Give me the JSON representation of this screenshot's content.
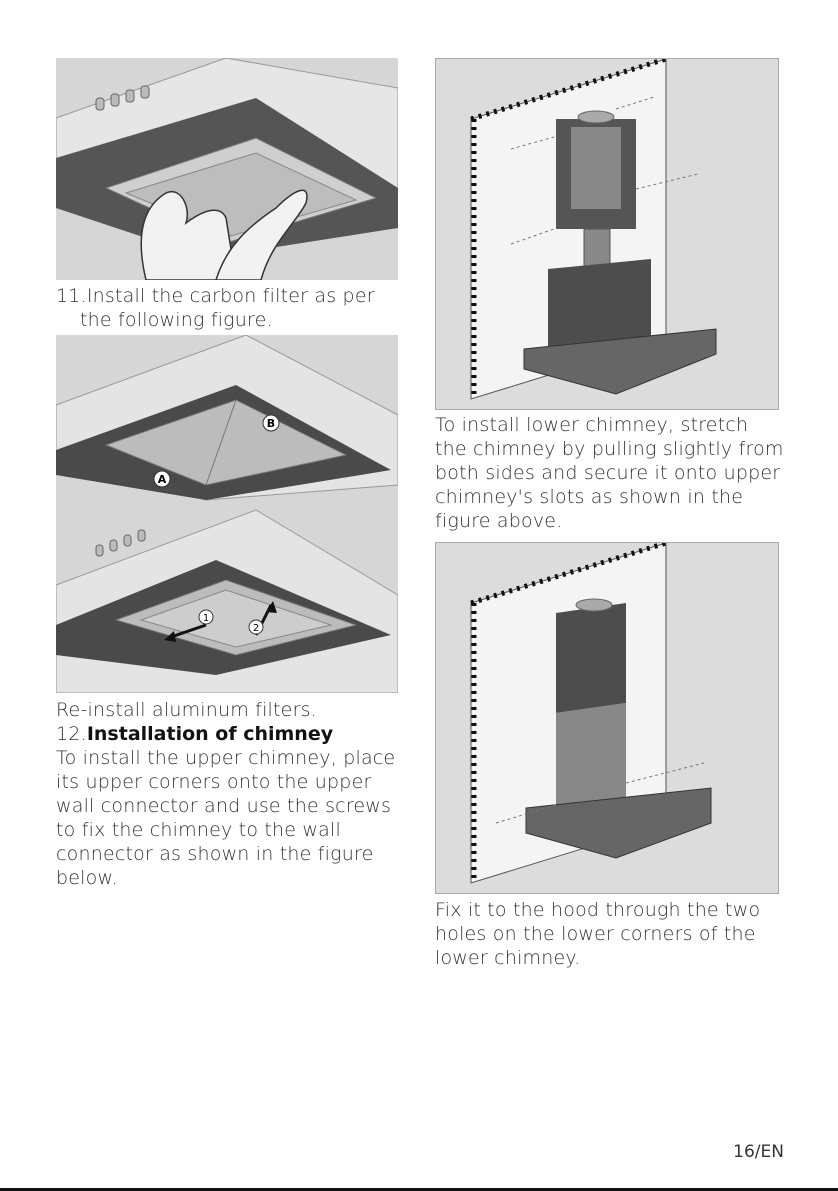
{
  "left_column": {
    "step11_line1": "11.Install the carbon filter as per",
    "step11_line2": "the following figure.",
    "reinstall_text": "Re-install aluminum filters.",
    "step12_number": "12.",
    "step12_title": "Installation of chimney",
    "step12_body": [
      "To install the upper chimney, place",
      "its upper corners onto the upper",
      "wall connector and use the screws",
      "to fix the chimney to the wall",
      "connector as shown in the figure",
      "below."
    ]
  },
  "right_column": {
    "lower_chimney_text": [
      "To install lower chimney, stretch",
      "the chimney by pulling slightly from",
      "both sides and secure it onto upper",
      "chimney's slots as shown in the",
      "figure above."
    ],
    "fix_text": [
      "Fix it to the hood through the two",
      "holes on the lower corners of the",
      "lower chimney."
    ]
  },
  "figure_labels": {
    "label_a": "A",
    "label_b": "B",
    "label_1": "1",
    "label_2": "2"
  },
  "page_number": "16/EN"
}
